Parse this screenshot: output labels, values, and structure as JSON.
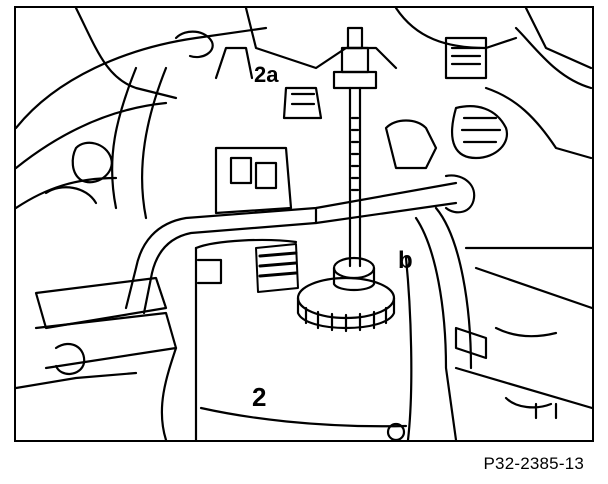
{
  "figure": {
    "reference_code": "P32-2385-13",
    "callouts": {
      "part_2": "2",
      "part_2a": "2a",
      "part_b": "b"
    },
    "colors": {
      "ink": "#000000",
      "paper": "#ffffff"
    }
  }
}
